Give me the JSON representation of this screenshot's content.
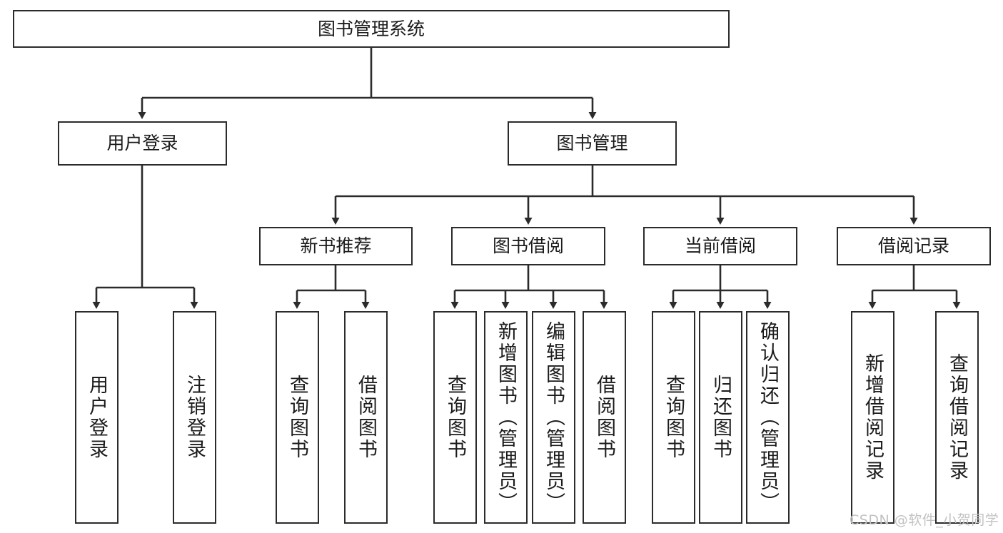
{
  "diagram": {
    "type": "tree-hierarchy",
    "title": "图书管理系统",
    "watermark": "CSDN @软件_小贺同学",
    "colors": {
      "box_border": "#2b2b2b",
      "box_fill": "#ffffff",
      "connector": "#2b2b2b",
      "text": "#1b1b1b",
      "watermark": "#c2c2c2",
      "background": "#ffffff"
    },
    "nodes": {
      "root": {
        "label": "图书管理系统"
      },
      "level2": [
        {
          "label": "用户登录"
        },
        {
          "label": "图书管理"
        }
      ],
      "level3": [
        {
          "label": "新书推荐"
        },
        {
          "label": "图书借阅"
        },
        {
          "label": "当前借阅"
        },
        {
          "label": "借阅记录"
        }
      ],
      "leaves": {
        "user_login": [
          {
            "label": "用户登录"
          },
          {
            "label": "注销登录"
          }
        ],
        "new_book_recommend": [
          {
            "label": "查询图书"
          },
          {
            "label": "借阅图书"
          }
        ],
        "book_borrow": [
          {
            "label": "查询图书"
          },
          {
            "label": "新增图书（管理员）"
          },
          {
            "label": "编辑图书（管理员）"
          },
          {
            "label": "借阅图书"
          }
        ],
        "current_borrow": [
          {
            "label": "查询图书"
          },
          {
            "label": "归还图书"
          },
          {
            "label": "确认归还（管理员）"
          }
        ],
        "borrow_record": [
          {
            "label": "新增借阅记录"
          },
          {
            "label": "查询借阅记录"
          }
        ]
      }
    }
  }
}
